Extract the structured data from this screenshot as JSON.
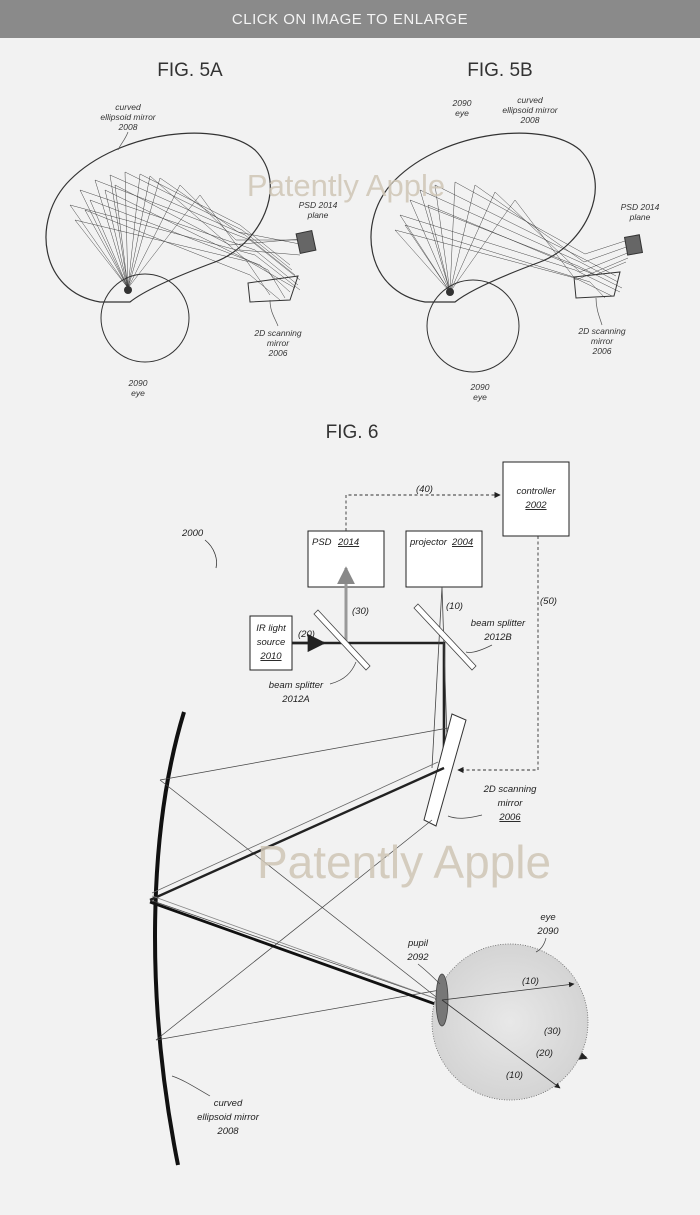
{
  "banner": {
    "text": "CLICK ON IMAGE TO ENLARGE"
  },
  "watermark": "Patently Apple",
  "fig5a": {
    "title": "FIG. 5A",
    "mirror_label": [
      "curved",
      "ellipsoid mirror",
      "2008"
    ],
    "psd_label": [
      "PSD 2014",
      "plane"
    ],
    "scan_label": [
      "2D scanning",
      "mirror",
      "2006"
    ],
    "eye_label": [
      "2090",
      "eye"
    ]
  },
  "fig5b": {
    "title": "FIG. 5B",
    "eye_top_label": [
      "2090",
      "eye"
    ],
    "mirror_label": [
      "curved",
      "ellipsoid mirror",
      "2008"
    ],
    "psd_label": [
      "PSD 2014",
      "plane"
    ],
    "scan_label": [
      "2D scanning",
      "mirror",
      "2006"
    ],
    "eye_label": [
      "2090",
      "eye"
    ]
  },
  "fig6": {
    "title": "FIG. 6",
    "system_ref": "2000",
    "controller": {
      "name": "controller",
      "ref": "2002"
    },
    "psd": {
      "name": "PSD",
      "ref": "2014"
    },
    "projector": {
      "name": "projector",
      "ref": "2004"
    },
    "ir_source": {
      "line1": "IR light",
      "line2": "source",
      "ref": "2010"
    },
    "beam_splitter_a": [
      "beam splitter",
      "2012A"
    ],
    "beam_splitter_b": [
      "beam splitter",
      "2012B"
    ],
    "scan_mirror": [
      "2D scanning",
      "mirror",
      "2006"
    ],
    "mirror_label": [
      "curved",
      "ellipsoid mirror",
      "2008"
    ],
    "pupil_label": [
      "pupil",
      "2092"
    ],
    "eye_label": [
      "eye",
      "2090"
    ],
    "signals": {
      "s40": "(40)",
      "s50": "(50)",
      "s30": "(30)",
      "s10": "(10)",
      "s20": "(20)",
      "eye10a": "(10)",
      "eye30": "(30)",
      "eye20": "(20)",
      "eye10b": "(10)"
    }
  },
  "colors": {
    "banner_bg": "#8a8a8a",
    "banner_text": "#f4f4f4",
    "page_bg": "#f2f2f2",
    "line": "#222222",
    "watermark": "#cfc6b6"
  }
}
